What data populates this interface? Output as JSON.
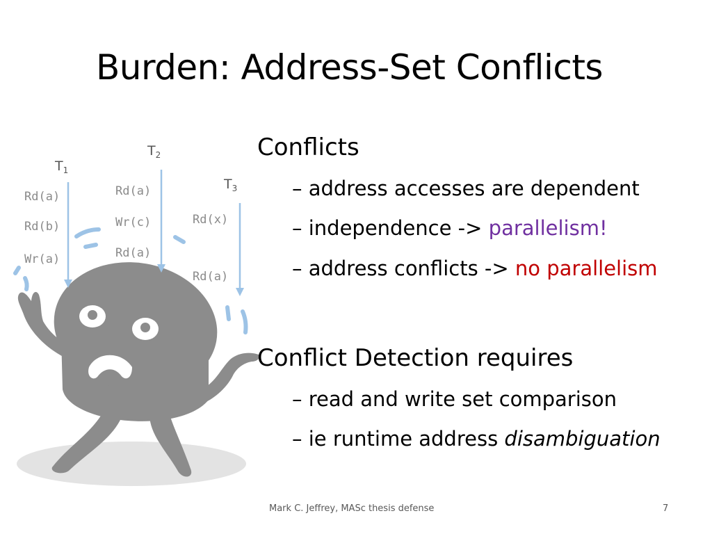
{
  "title": "Burden: Address-Set Conflicts",
  "threads": [
    {
      "name": "T",
      "sub": "1",
      "ops": [
        "Rd(a)",
        "Rd(b)",
        "Wr(a)"
      ]
    },
    {
      "name": "T",
      "sub": "2",
      "ops": [
        "Rd(a)",
        "Wr(c)",
        "Rd(a)"
      ]
    },
    {
      "name": "T",
      "sub": "3",
      "ops": [
        "Rd(x)",
        "Rd(a)"
      ]
    }
  ],
  "sections": [
    {
      "heading": "Conflicts",
      "bullets": [
        {
          "dash": "–",
          "text": "address accesses are dependent"
        },
        {
          "dash": "–",
          "text": "independence -> ",
          "highlight": "parallelism!",
          "highlight_color": "#7030a0"
        },
        {
          "dash": "–",
          "text": "address conflicts -> ",
          "highlight": "no parallelism",
          "highlight_color": "#c00000"
        }
      ]
    },
    {
      "heading": "Conflict Detection requires",
      "bullets": [
        {
          "dash": "–",
          "text": "read and write set comparison"
        },
        {
          "dash": "–",
          "text": "ie runtime address ",
          "emphasis": "disambiguation"
        }
      ]
    }
  ],
  "footer": "Mark C. Jeffrey, MASc thesis defense",
  "page_number": "7",
  "colors": {
    "arrow": "#9dc3e6",
    "character": "#8c8c8c",
    "shadow": "#e3e3e3",
    "purple": "#7030a0",
    "red": "#c00000"
  }
}
